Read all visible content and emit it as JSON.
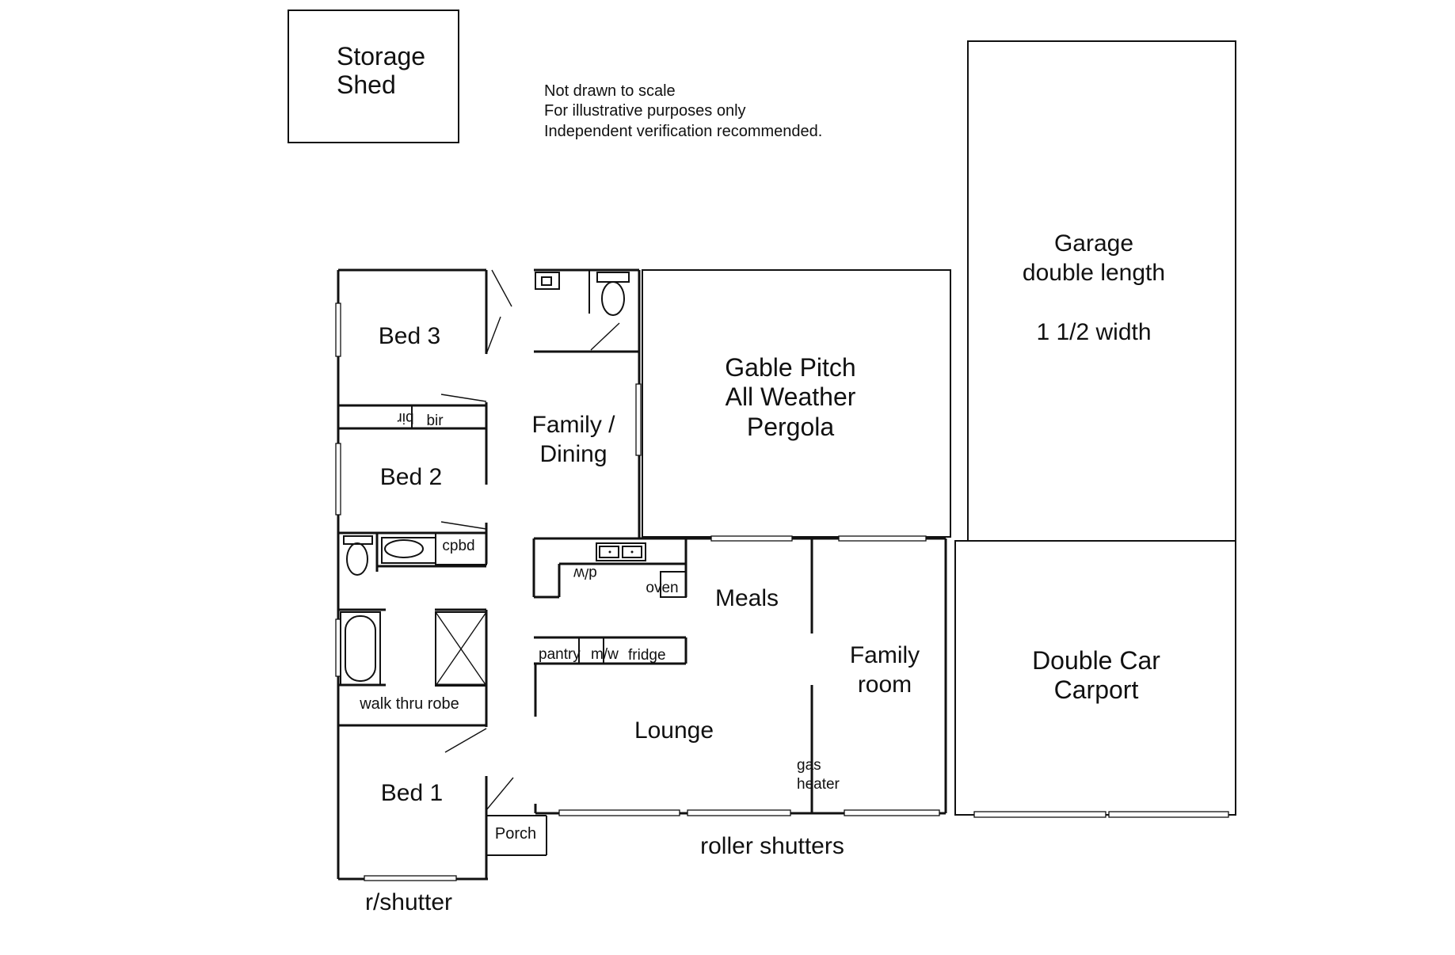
{
  "labels": {
    "storage_line1": "Storage",
    "storage_line2": "Shed",
    "note_line1": "Not drawn to scale",
    "note_line2": "For illustrative purposes only",
    "note_line3": "Independent verification recommended.",
    "garage_line1": "Garage",
    "garage_line2": "double length",
    "garage_line3": "1 1/2 width",
    "pergola_line1": "Gable Pitch",
    "pergola_line2": "All Weather",
    "pergola_line3": "Pergola",
    "bed3": "Bed 3",
    "bed2": "Bed 2",
    "bed1": "Bed 1",
    "bir_flipped": "bir",
    "bir": "bir",
    "family_dining_line1": "Family /",
    "family_dining_line2": "Dining",
    "cpbd": "cpbd",
    "dw": "d/w",
    "oven": "oven",
    "meals": "Meals",
    "pantry": "pantry",
    "mw": "m/w",
    "fridge": "fridge",
    "family_room_line1": "Family",
    "family_room_line2": "room",
    "carport_line1": "Double Car",
    "carport_line2": "Carport",
    "walk_thru_robe": "walk thru robe",
    "lounge": "Lounge",
    "gas_line1": "gas",
    "gas_line2": "heater",
    "porch": "Porch",
    "roller_shutters": "roller shutters",
    "r_shutter": "r/shutter"
  }
}
